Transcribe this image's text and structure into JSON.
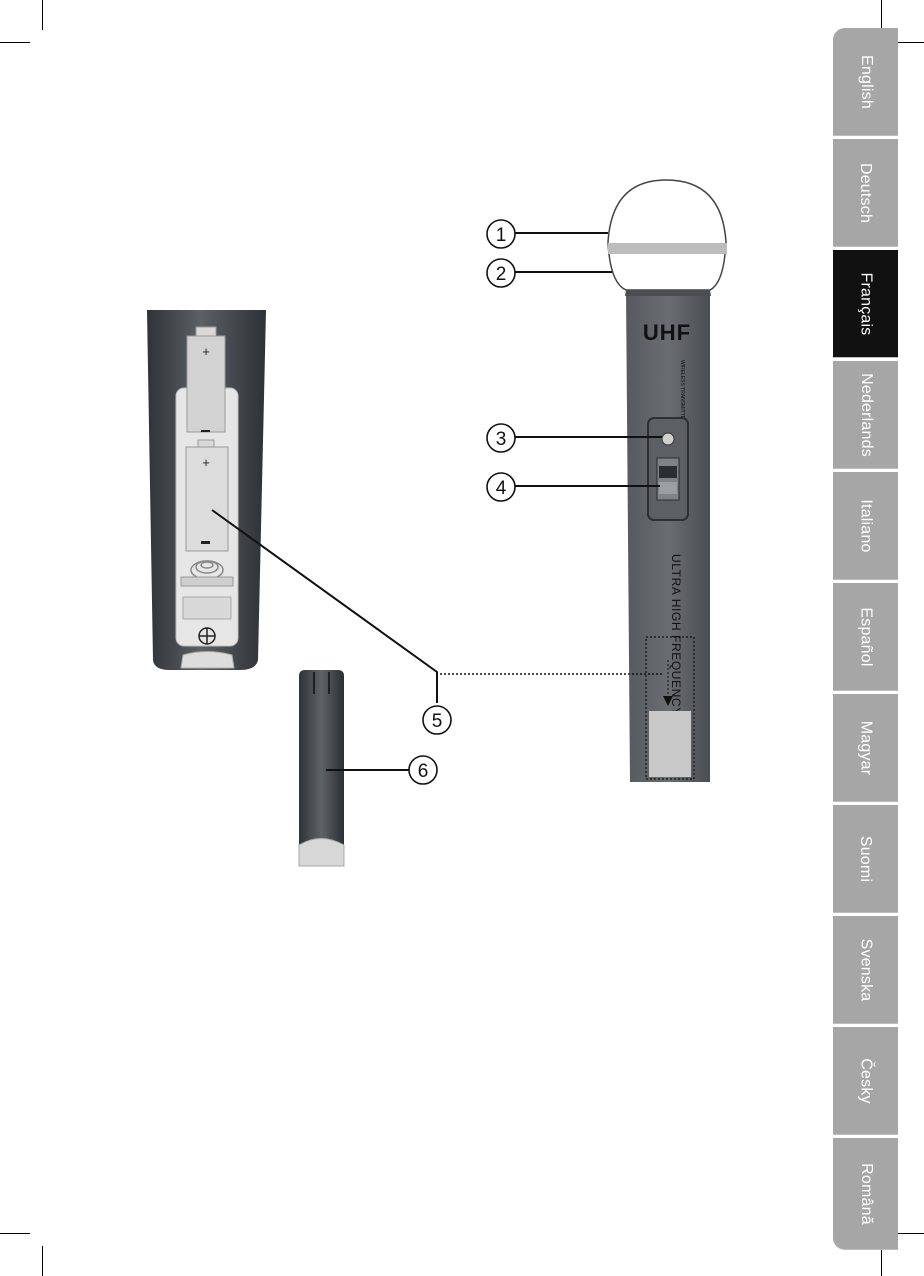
{
  "languages": [
    {
      "label": "English",
      "active": false
    },
    {
      "label": "Deutsch",
      "active": false
    },
    {
      "label": "Français",
      "active": true
    },
    {
      "label": "Nederlands",
      "active": false
    },
    {
      "label": "Italiano",
      "active": false
    },
    {
      "label": "Español",
      "active": false
    },
    {
      "label": "Magyar",
      "active": false
    },
    {
      "label": "Suomi",
      "active": false
    },
    {
      "label": "Svenska",
      "active": false
    },
    {
      "label": "Česky",
      "active": false
    },
    {
      "label": "Română",
      "active": false
    }
  ],
  "callouts": [
    "①",
    "②",
    "③",
    "④",
    "⑤",
    "⑥"
  ],
  "mic": {
    "brand": "UHF",
    "small_text": "WIRELESS TRANSMITTER",
    "band_text": "ULTRA HIGH FREQUENCY"
  },
  "battery": {
    "plus": "+",
    "minus": "-"
  },
  "colors": {
    "tab_inactive": "#a6a6a6",
    "tab_active": "#111111",
    "device_body": "#54585d"
  }
}
